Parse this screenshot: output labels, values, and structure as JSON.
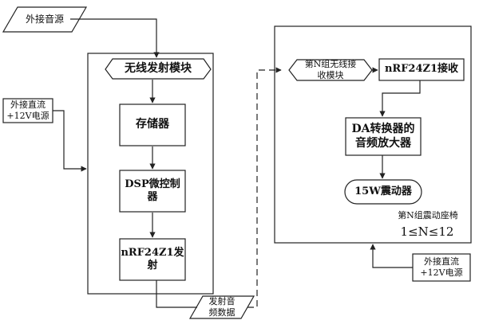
{
  "external_audio": "外接音源",
  "external_dc_left": "外接直流\n+12V电源",
  "tx_module": "无线发射模块",
  "memory": "存储器",
  "dsp": "DSP微控制器",
  "nrf_tx": "nRF24Z1发射",
  "tx_audio_data": "发射音\n频数据",
  "rx_module": "第N组无线接\n收模块",
  "nrf_rx": "nRF24Z1接收",
  "da_amp": "DA转换器的\n音频放大器",
  "vibrator": "15W震动器",
  "seat_group": "第N组震动座椅",
  "n_range": "1≤N≤12",
  "external_dc_right": "外接直流\n+12V电源"
}
